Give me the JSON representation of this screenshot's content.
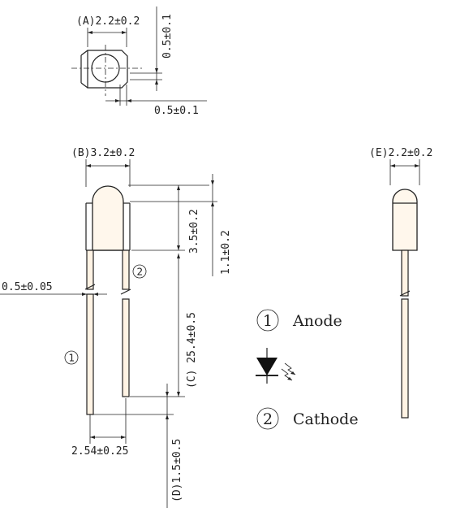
{
  "top_view": {
    "dim_a": "(A)2.2±0.2",
    "dim_vertical": "0.5±0.1",
    "dim_horizontal": "0.5±0.1"
  },
  "side_view": {
    "dim_b": "(B)3.2±0.2",
    "dim_height": "3.5±0.2",
    "dim_dome": "1.1±0.2",
    "dim_lead_width": "0.5±0.05",
    "dim_lead_length": "(C) 25.4±0.5",
    "dim_pitch": "2.54±0.25",
    "dim_d": "(D)1.5±0.5",
    "pin1_marker": "1",
    "pin2_marker": "2"
  },
  "end_view": {
    "dim_e": "(E)2.2±0.2"
  },
  "legend": {
    "pin1_number": "1",
    "pin1_label": "Anode",
    "pin2_number": "2",
    "pin2_label": "Cathode",
    "symbol_icon": "photodiode-symbol"
  }
}
